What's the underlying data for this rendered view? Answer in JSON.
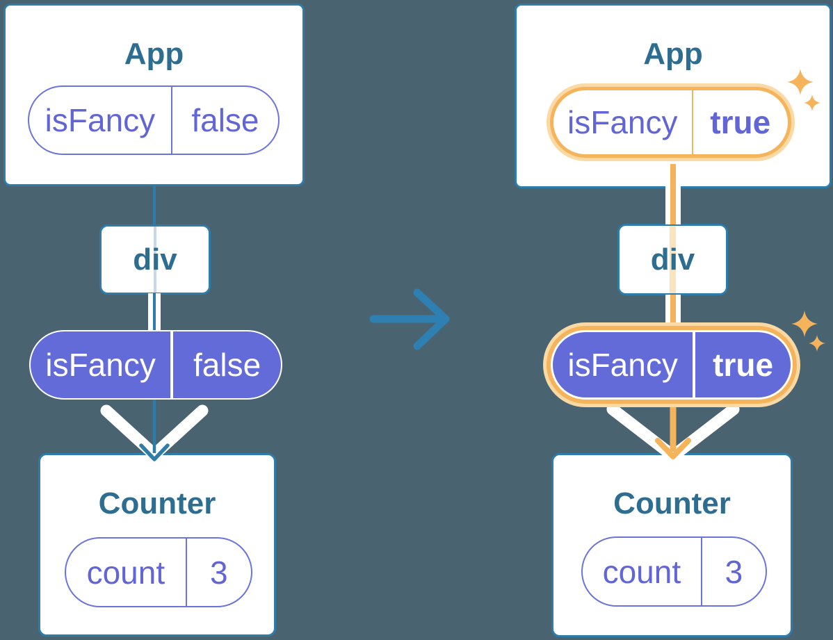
{
  "colors": {
    "background": "#4A6371",
    "card-bg": "#FFFFFF",
    "line-blue": "#2E7CA9",
    "heading": "#2D6E90",
    "arrow-blue": "#2F80B2",
    "indigo-border": "#6B74DB",
    "indigo-text": "#6165D5",
    "purple": "#636BD9",
    "light-blue-line": "#C9D7EA",
    "orange": "#F5B45C",
    "orange-halo": "#FAD9A4",
    "cream-line": "#FAE4C0",
    "white": "#FFFFFF"
  },
  "icons": {
    "transition_arrow": "arrow-right-icon",
    "flow_arrow_left": "chevron-down-arrow-icon",
    "flow_arrow_right": "chevron-down-arrow-icon",
    "emphasis": "sparkles-icon"
  },
  "before_tree": {
    "app_title": "App",
    "app_prop": {
      "key": "isFancy",
      "value": "false"
    },
    "div_label": "div",
    "passed_prop": {
      "key": "isFancy",
      "value": "false"
    },
    "counter_title": "Counter",
    "counter_state": {
      "key": "count",
      "value": "3"
    }
  },
  "after_tree": {
    "app_title": "App",
    "app_prop": {
      "key": "isFancy",
      "value": "true"
    },
    "div_label": "div",
    "passed_prop": {
      "key": "isFancy",
      "value": "true"
    },
    "counter_title": "Counter",
    "counter_state": {
      "key": "count",
      "value": "3"
    }
  }
}
